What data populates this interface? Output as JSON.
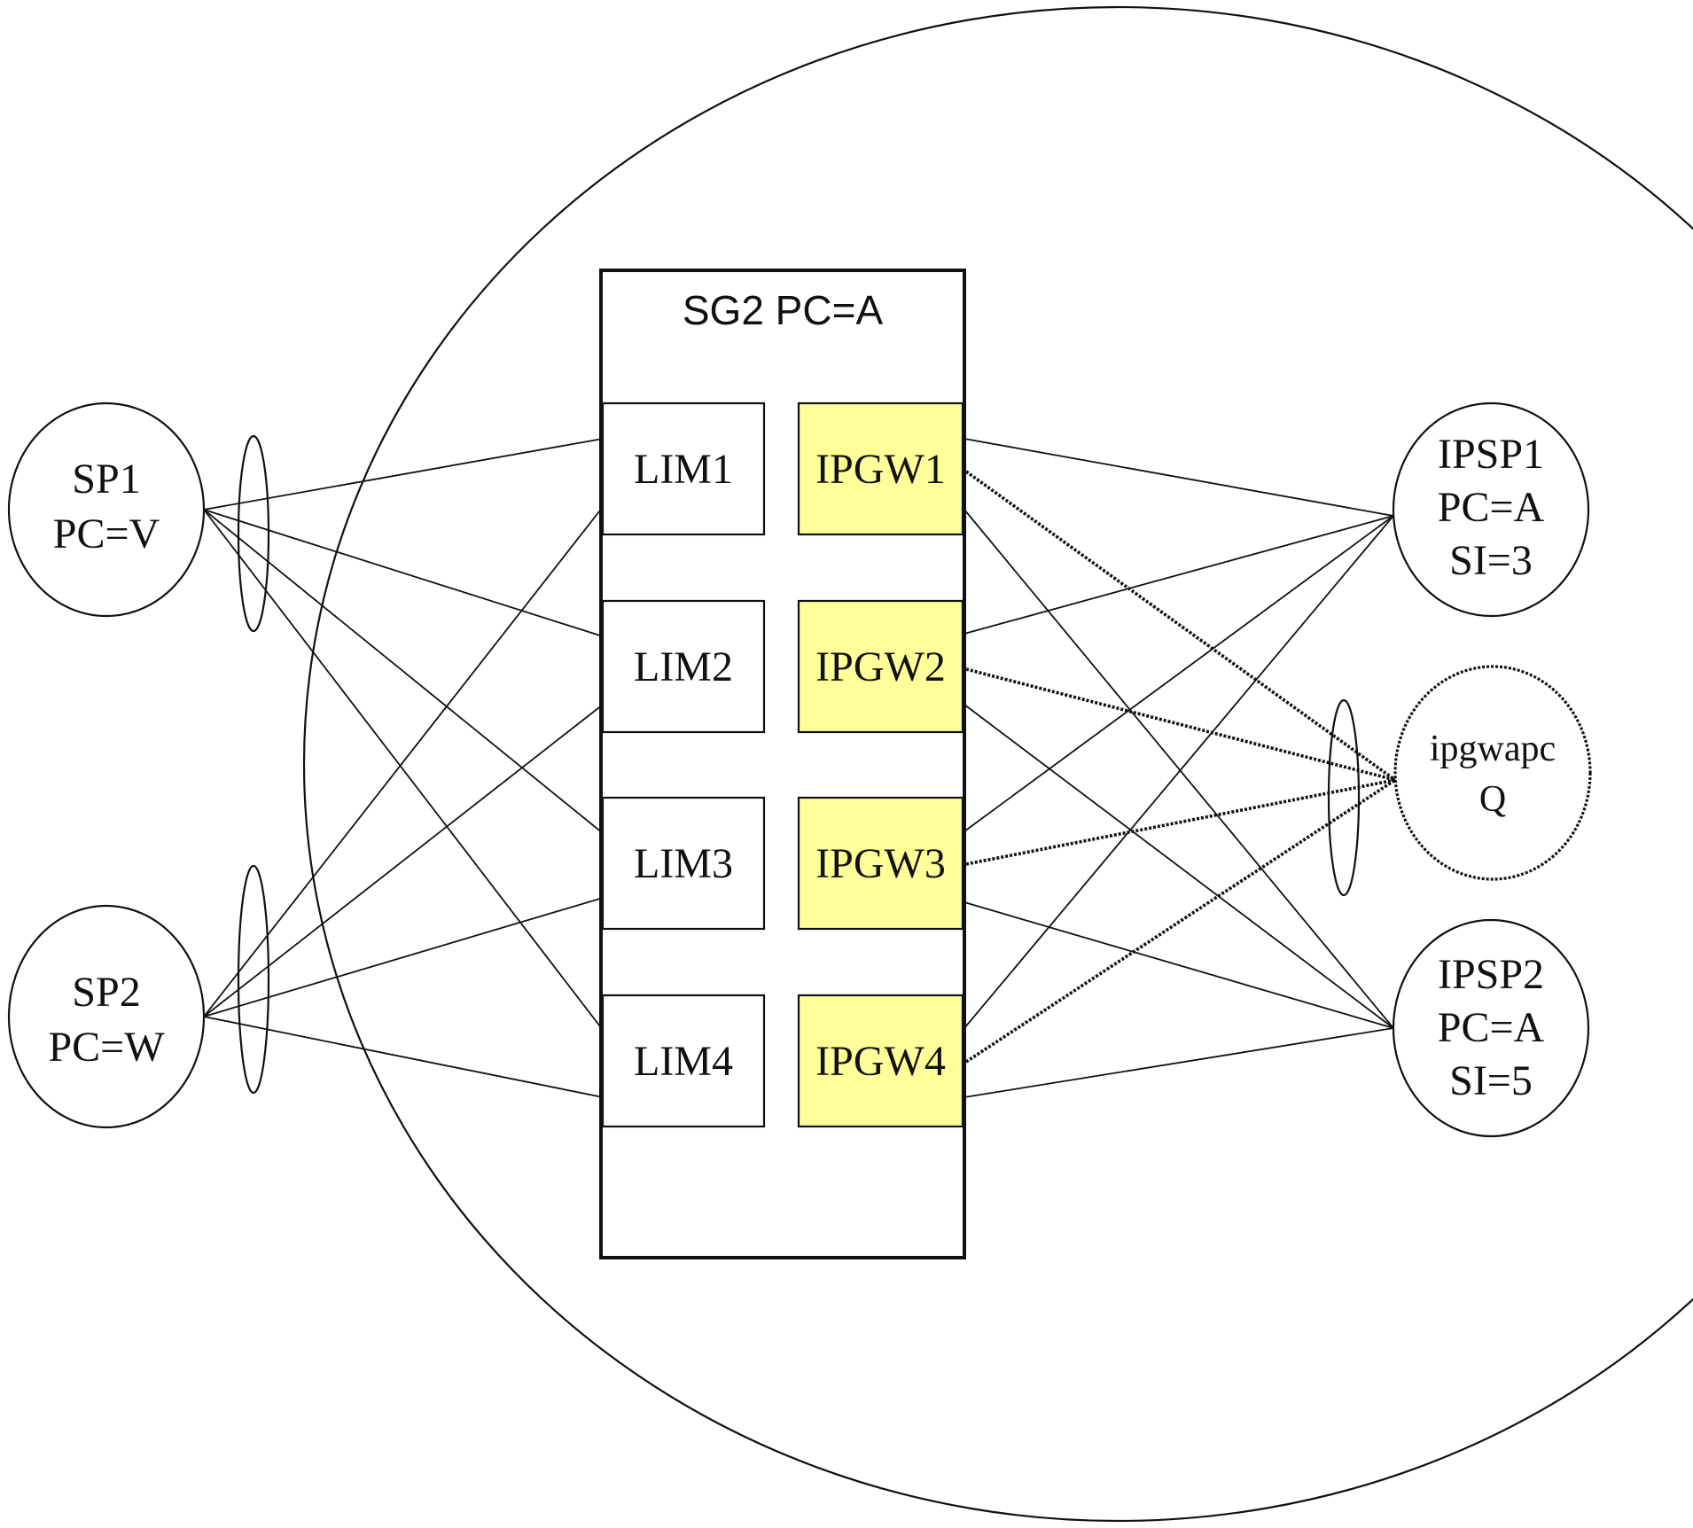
{
  "sg": {
    "title": "SG2 PC=A"
  },
  "sps": [
    {
      "id": "sp1",
      "lines": [
        "SP1",
        "PC=V"
      ]
    },
    {
      "id": "sp2",
      "lines": [
        "SP2",
        "PC=W"
      ]
    }
  ],
  "lims": [
    {
      "id": "lim1",
      "label": "LIM1"
    },
    {
      "id": "lim2",
      "label": "LIM2"
    },
    {
      "id": "lim3",
      "label": "LIM3"
    },
    {
      "id": "lim4",
      "label": "LIM4"
    }
  ],
  "ipgws": [
    {
      "id": "ipgw1",
      "label": "IPGW1"
    },
    {
      "id": "ipgw2",
      "label": "IPGW2"
    },
    {
      "id": "ipgw3",
      "label": "IPGW3"
    },
    {
      "id": "ipgw4",
      "label": "IPGW4"
    }
  ],
  "ipsps": [
    {
      "id": "ipsp1",
      "lines": [
        "IPSP1",
        "PC=A",
        "SI=3"
      ]
    },
    {
      "id": "ipsp2",
      "lines": [
        "IPSP2",
        "PC=A",
        "SI=5"
      ]
    }
  ],
  "ipgwapc": {
    "id": "ipgwapc",
    "lines": [
      "ipgwapc",
      "Q"
    ]
  },
  "colors": {
    "ipgw_fill": "#ffff99",
    "line": "#111111",
    "background": "#ffffff"
  }
}
